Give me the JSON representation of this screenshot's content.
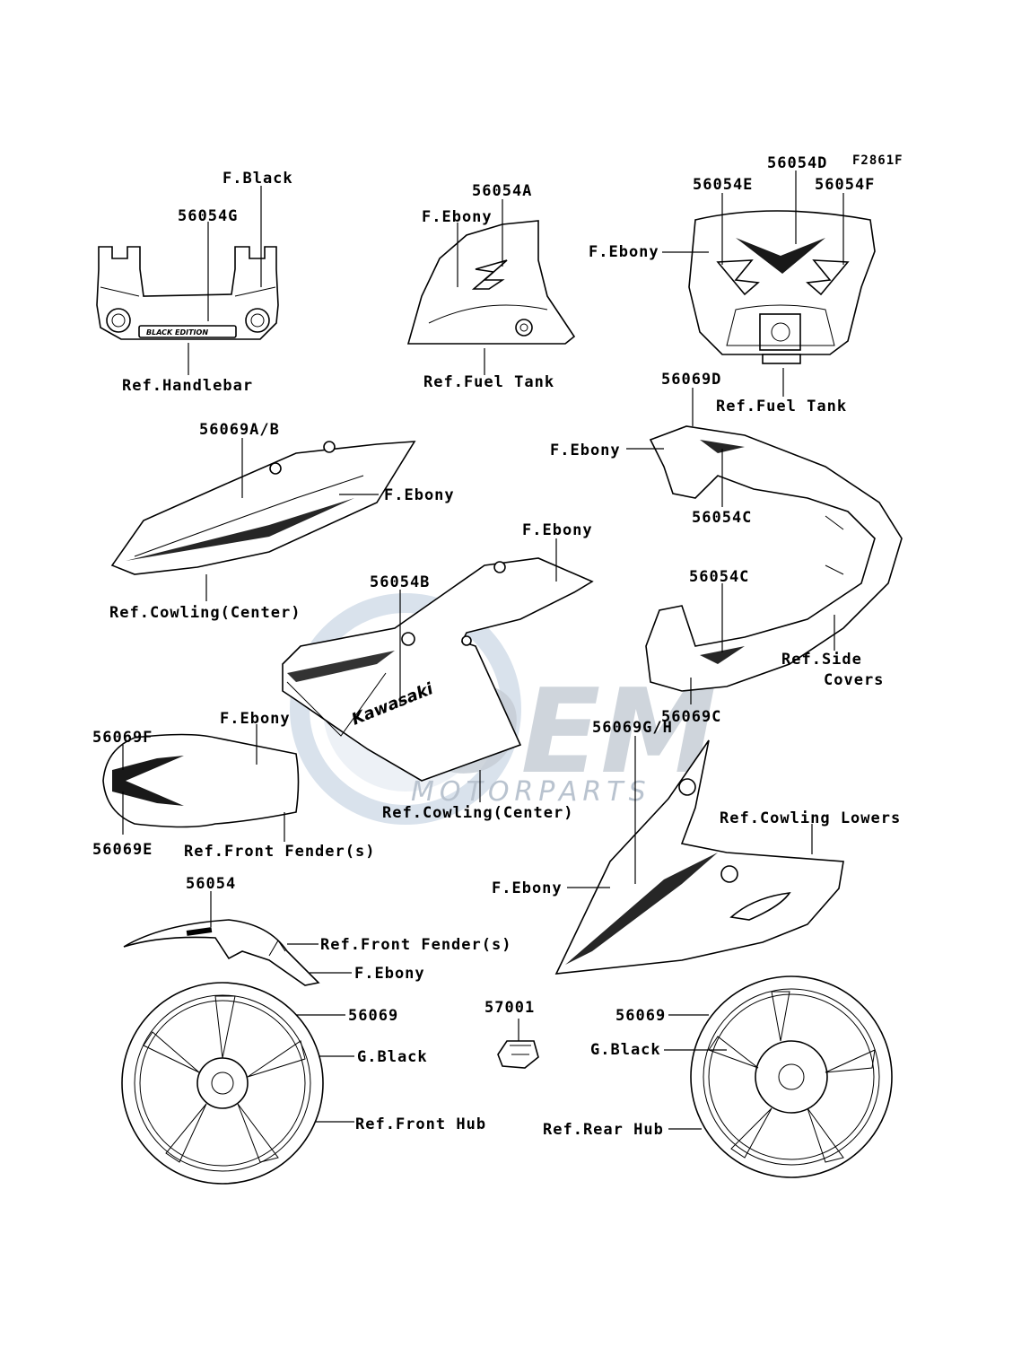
{
  "figure_code": "F2861F",
  "watermark": {
    "brand": "OEM",
    "sub": "MOTORPARTS"
  },
  "labels": {
    "handlebar_part": "56054G",
    "handlebar_color": "F.Black",
    "handlebar_ref": "Ref.Handlebar",
    "tank_part": "56054A",
    "tank_color": "F.Ebony",
    "tank_ref": "Ref.Fuel Tank",
    "tank2_part_d": "56054D",
    "tank2_part_e": "56054E",
    "tank2_part_f": "56054F",
    "tank2_color": "F.Ebony",
    "tank2_ref": "Ref.Fuel Tank",
    "cowl_center_part": "56069A/B",
    "cowl_center_color": "F.Ebony",
    "cowl_center_ref": "Ref.Cowling(Center)",
    "side_part_d": "56069D",
    "side_color": "F.Ebony",
    "side_part_c_top": "56054C",
    "side_part_c_bottom": "56054C",
    "side_part_69c": "56069C",
    "side_ref_1": "Ref.Side",
    "side_ref_2": "Covers",
    "center2_color": "F.Ebony",
    "center2_part": "56054B",
    "center2_ref": "Ref.Cowling(Center)",
    "fender_small_f": "56069F",
    "fender_small_e": "56069E",
    "fender_small_color": "F.Ebony",
    "fender_small_ref": "Ref.Front Fender(s)",
    "lower_part": "56069G/H",
    "lower_ref": "Ref.Cowling Lowers",
    "lower_color": "F.Ebony",
    "fender_part": "56054",
    "fender_ref": "Ref.Front Fender(s)",
    "fender_color": "F.Ebony",
    "front_wheel_part": "56069",
    "front_wheel_color": "G.Black",
    "front_wheel_ref": "Ref.Front Hub",
    "clip_part": "57001",
    "rear_wheel_part": "56069",
    "rear_wheel_color": "G.Black",
    "rear_wheel_ref": "Ref.Rear Hub"
  },
  "decal_text": {
    "kawasaki": "Kawasaki",
    "black_edition": "BLACK EDITION"
  }
}
